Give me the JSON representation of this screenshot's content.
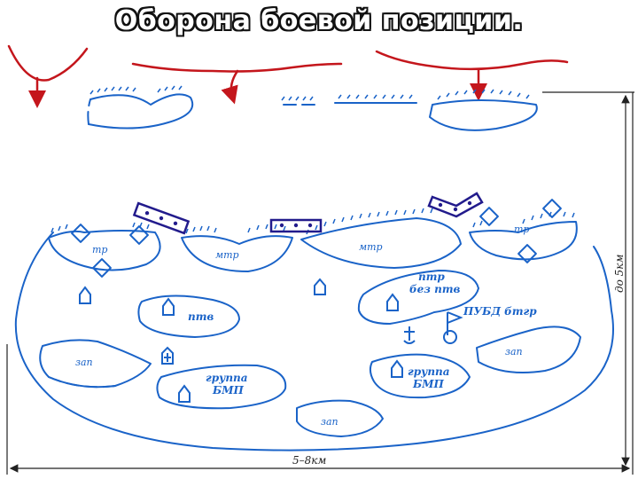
{
  "title": "Оборона боевой позиции.",
  "labels": {
    "tr_left": "тр",
    "mtr_1": "мтр",
    "mtr_2": "мтр",
    "tr_right": "тр",
    "ptv": "птв",
    "ptr_line1": "птр",
    "ptr_line2": "без птв",
    "pubd": "ПУБД бтгр",
    "zap_left": "зап",
    "zap_right": "зап",
    "zap_bottom": "зап",
    "bmp_group1_line1": "группа",
    "bmp_group1_line2": "БМП",
    "bmp_group2_line1": "группа",
    "bmp_group2_line2": "БМП",
    "width": "5–8км",
    "depth": "до 5км"
  },
  "colors": {
    "positions": "#1a63c8",
    "enemy": "#c4161c",
    "title_fill": "#ffffff",
    "title_outline": "#111111",
    "dimension": "#222222"
  }
}
